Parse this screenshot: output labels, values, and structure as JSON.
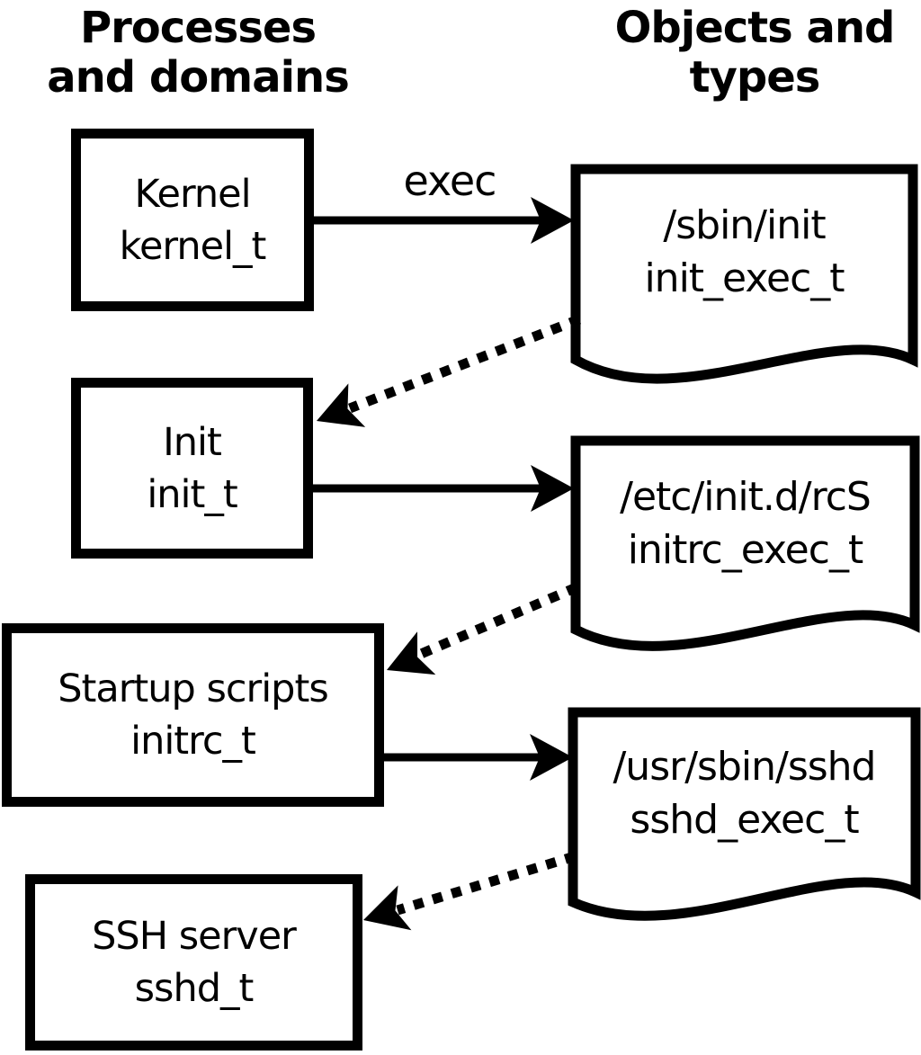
{
  "headers": {
    "processes": {
      "line1": "Processes",
      "line2": "and domains"
    },
    "objects": {
      "line1": "Objects and",
      "line2": "types"
    }
  },
  "process_boxes": [
    {
      "label": "Kernel",
      "domain": "kernel_t"
    },
    {
      "label": "Init",
      "domain": "init_t"
    },
    {
      "label": "Startup scripts",
      "domain": "initrc_t"
    },
    {
      "label": "SSH server",
      "domain": "sshd_t"
    }
  ],
  "object_docs": [
    {
      "path": "/sbin/init",
      "type": "init_exec_t"
    },
    {
      "path": "/etc/init.d/rcS",
      "type": "initrc_exec_t"
    },
    {
      "path": "/usr/sbin/sshd",
      "type": "sshd_exec_t"
    }
  ],
  "labels": {
    "exec": "exec"
  },
  "colors": {
    "foreground": "#000000",
    "background": "#ffffff"
  }
}
